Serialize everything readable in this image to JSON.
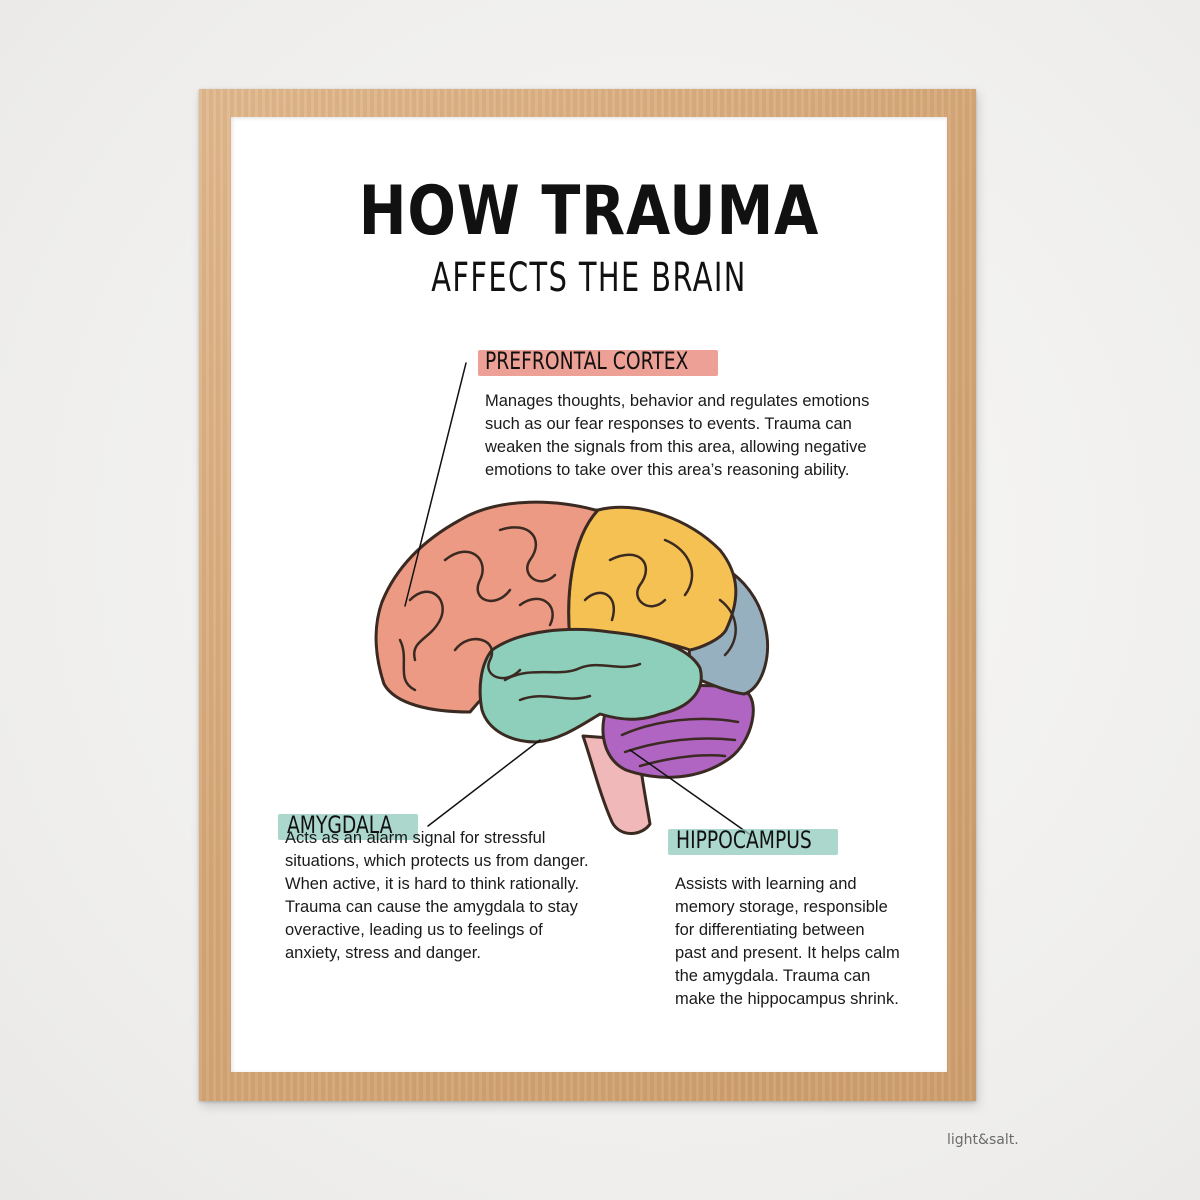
{
  "poster": {
    "title": "HOW TRAUMA",
    "subtitle": "AFFECTS THE BRAIN"
  },
  "regions": {
    "prefrontal": {
      "name": "PREFRONTAL CORTEX",
      "color": "#e8887a",
      "lines": [
        "Manages thoughts, behavior and regulates emotions",
        "such as our fear responses to events. Trauma can",
        "weaken the signals from this area, allowing negative",
        "emotions to take over this area’s reasoning ability."
      ]
    },
    "amygdala": {
      "name": "AMYGDALA",
      "color": "#8fcabb",
      "lines": [
        "Acts as an alarm signal for stressful",
        "situations, which protects us from danger.",
        "When active, it is hard to think rationally.",
        "Trauma can cause the amygdala to stay",
        "overactive, leading us to feelings of",
        "anxiety, stress and danger."
      ]
    },
    "hippocampus": {
      "name": "HIPPOCAMPUS",
      "color": "#8fcabb",
      "lines": [
        "Assists with learning and",
        "memory storage, responsible",
        "for differentiating between",
        "past and present. It helps calm",
        "the amygdala. Trauma can",
        "make the hippocampus shrink."
      ]
    }
  },
  "brain_colors": {
    "frontal": "#ec9a83",
    "parietal": "#f5c153",
    "occipital": "#97b0bf",
    "temporal": "#8ecfbb",
    "cerebellum": "#b065c3",
    "brainstem": "#f0b8b8",
    "outline": "#3a2a22"
  },
  "watermark": "light&salt."
}
